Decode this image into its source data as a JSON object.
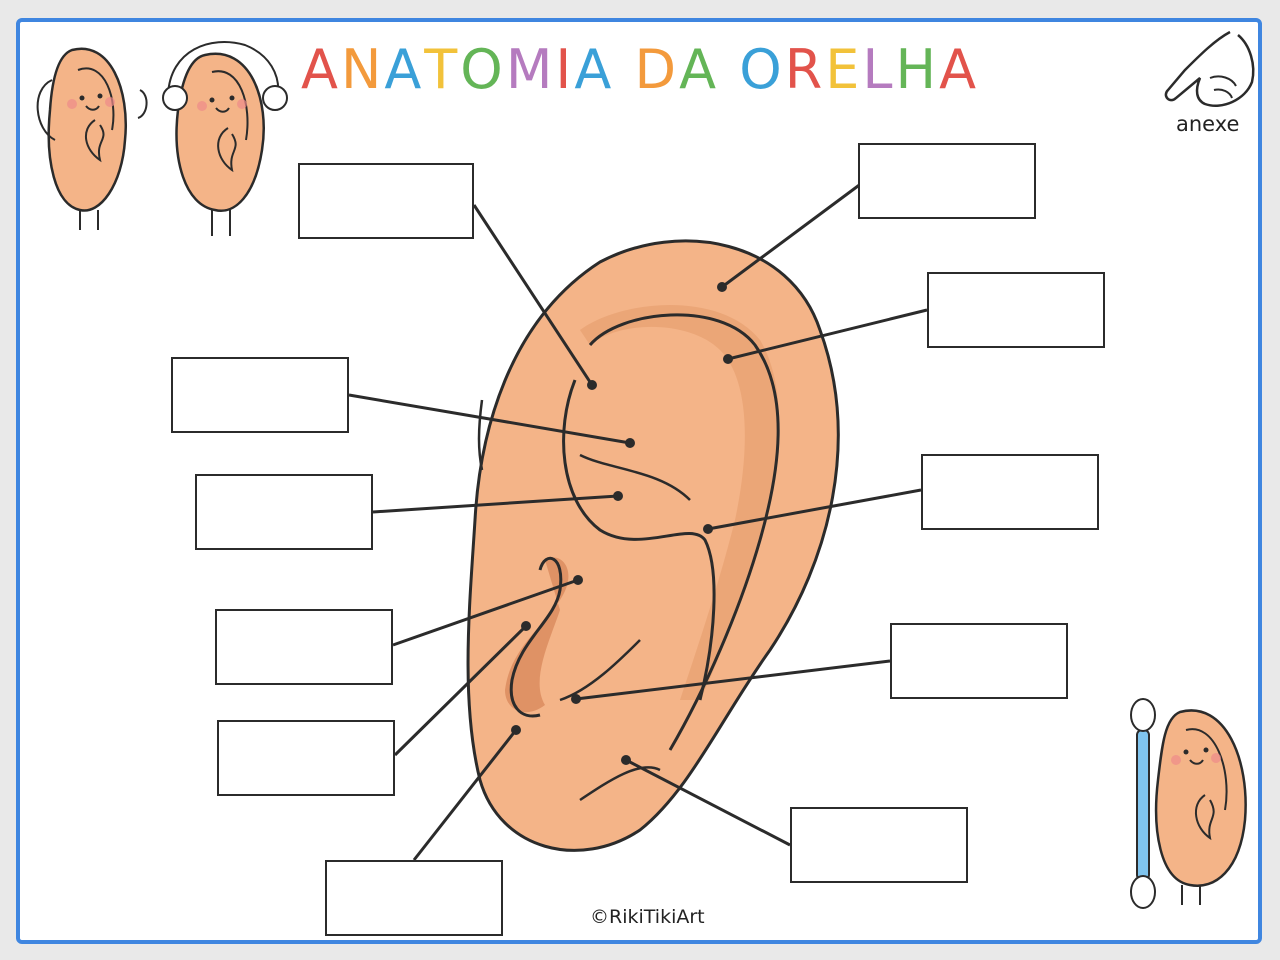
{
  "title": "ANATOMIA DA ORELHA",
  "title_colors": [
    "#e2534b",
    "#f39a3c",
    "#3aa0d8",
    "#f2c23a",
    "#64b557",
    "#b57bbf",
    "#e2534b",
    "#3aa0d8",
    "#f39a3c",
    "#64b557",
    "#3aa0d8",
    "#e2534b",
    "#f2c23a",
    "#b57bbf",
    "#64b557",
    "#e2534b",
    "#3aa0d8",
    "#f39a3c"
  ],
  "brand_label": "anexe",
  "credit": "©RikiTikiArt",
  "colors": {
    "frame": "#3f86e0",
    "skin": "#f4b488",
    "skin_shadow": "#e49a6a",
    "line": "#2b2b2b"
  },
  "label_boxes": [
    {
      "id": "box-1",
      "text": ""
    },
    {
      "id": "box-2",
      "text": ""
    },
    {
      "id": "box-3",
      "text": ""
    },
    {
      "id": "box-4",
      "text": ""
    },
    {
      "id": "box-5",
      "text": ""
    },
    {
      "id": "box-6",
      "text": ""
    },
    {
      "id": "box-7",
      "text": ""
    },
    {
      "id": "box-8",
      "text": ""
    },
    {
      "id": "box-9",
      "text": ""
    },
    {
      "id": "box-10",
      "text": ""
    },
    {
      "id": "box-11",
      "text": ""
    },
    {
      "id": "box-12",
      "text": ""
    }
  ],
  "icons": [
    "ear-character-icon",
    "ear-character-headphones-icon",
    "pointing-hand-icon",
    "ear-character-cotton-swab-icon"
  ]
}
